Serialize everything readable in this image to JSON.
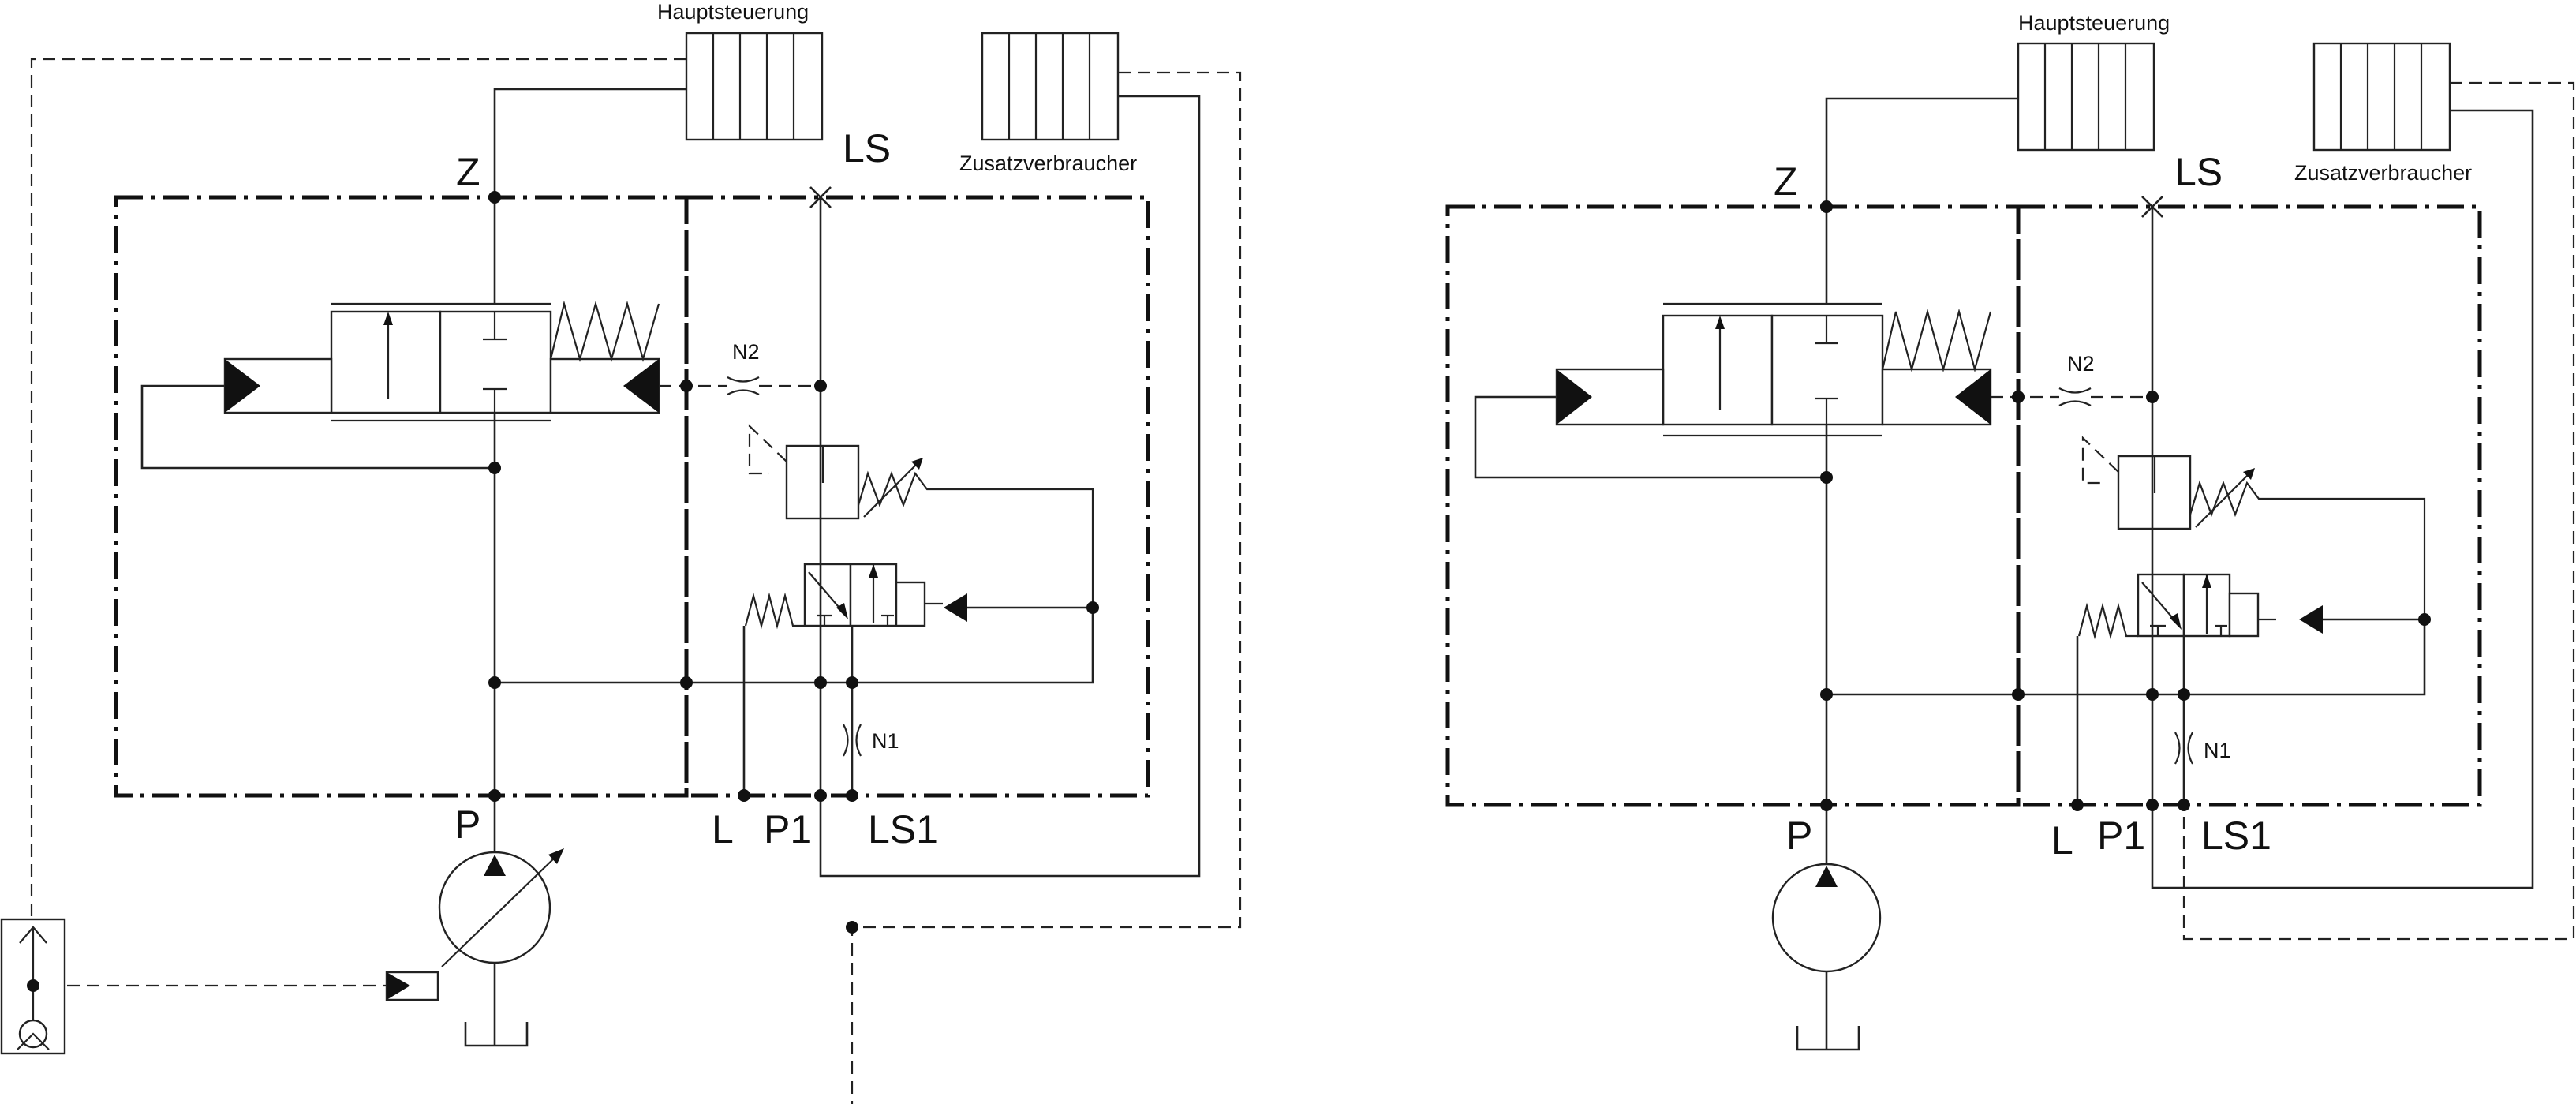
{
  "diagrams": [
    {
      "id": "left",
      "labels": {
        "main_control": "Hauptsteuerung",
        "aux_consumer": "Zusatzverbraucher",
        "port_z": "Z",
        "port_ls": "LS",
        "port_p": "P",
        "port_l": "L",
        "port_p1": "P1",
        "port_ls1": "LS1",
        "orifice_n1": "N1",
        "orifice_n2": "N2"
      },
      "pump": "variable-displacement",
      "has_pump_control": true
    },
    {
      "id": "right",
      "labels": {
        "main_control": "Hauptsteuerung",
        "aux_consumer": "Zusatzverbraucher",
        "port_z": "Z",
        "port_ls": "LS",
        "port_p": "P",
        "port_l": "L",
        "port_p1": "P1",
        "port_ls1": "LS1",
        "orifice_n1": "N1",
        "orifice_n2": "N2"
      },
      "pump": "fixed-displacement",
      "has_pump_control": false
    }
  ],
  "colors": {
    "line": "#222222",
    "background": "#ffffff"
  }
}
